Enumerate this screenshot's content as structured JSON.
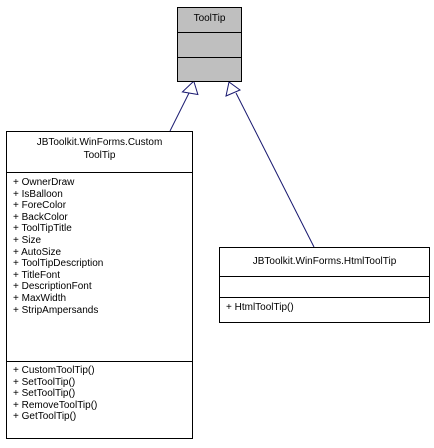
{
  "classes": {
    "tooltip": {
      "name": "ToolTip"
    },
    "custom_tooltip": {
      "name_line1": "JBToolkit.WinForms.Custom",
      "name_line2": "ToolTip",
      "attributes": [
        "+ OwnerDraw",
        "+ IsBalloon",
        "+ ForeColor",
        "+ BackColor",
        "+ ToolTipTitle",
        "+ Size",
        "+ AutoSize",
        "+ ToolTipDescription",
        "+ TitleFont",
        "+ DescriptionFont",
        "+ MaxWidth",
        "+ StripAmpersands"
      ],
      "operations": [
        "+ CustomToolTip()",
        "+ SetToolTip()",
        "+ SetToolTip()",
        "+ RemoveToolTip()",
        "+ GetToolTip()"
      ]
    },
    "html_tooltip": {
      "name": "JBToolkit.WinForms.HtmlToolTip",
      "operations": [
        "+ HtmlToolTip()"
      ]
    }
  },
  "edges": [
    {
      "from": "JBToolkit.WinForms.CustomToolTip",
      "to": "ToolTip",
      "type": "inheritance"
    },
    {
      "from": "JBToolkit.WinForms.HtmlToolTip",
      "to": "ToolTip",
      "type": "inheritance"
    }
  ],
  "colors": {
    "base_fill": "#bfbfbf",
    "edge": "#191970",
    "border": "#000000"
  }
}
